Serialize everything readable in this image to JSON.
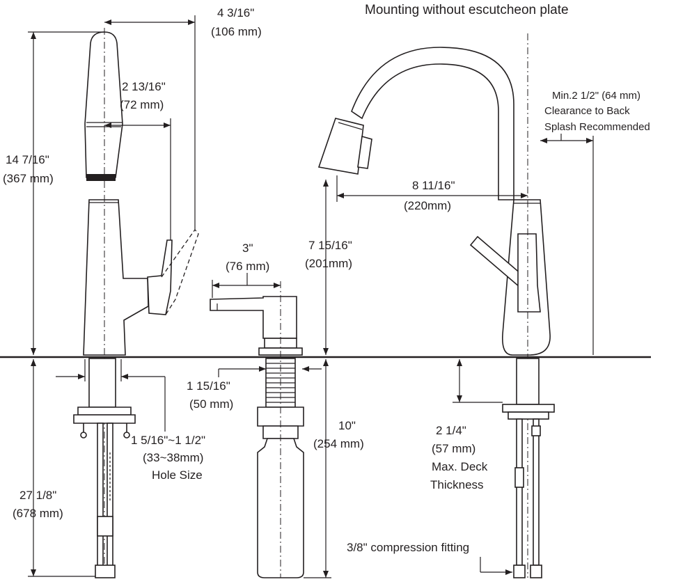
{
  "title": "Mounting without escutcheon plate",
  "dimensions": {
    "spout_reach_top": {
      "imperial": "4 3/16\"",
      "metric": "(106 mm)"
    },
    "handle_offset": {
      "imperial": "2 13/16\"",
      "metric": "(72 mm)"
    },
    "overall_height": {
      "imperial": "14 7/16\"",
      "metric": "(367 mm)"
    },
    "hole_diameter": {
      "imperial": "1 5/16\"~1 1/2\"",
      "metric": "(33~38mm)",
      "note": "Hole Size"
    },
    "below_deck": {
      "imperial": "27 1/8\"",
      "metric": "(678 mm)"
    },
    "soap_reach": {
      "imperial": "3\"",
      "metric": "(76 mm)"
    },
    "soap_hole": {
      "imperial": "1 15/16\"",
      "metric": "(50 mm)"
    },
    "spout_clearance": {
      "imperial": "7 15/16\"",
      "metric": "(201mm)"
    },
    "bottle_length": {
      "imperial": "10\"",
      "metric": "(254 mm)"
    },
    "spout_reach": {
      "imperial": "8 11/16\"",
      "metric": "(220mm)"
    },
    "back_splash": {
      "line1": "Min.2 1/2\" (64 mm)",
      "line2": "Clearance to Back",
      "line3": "Splash Recommended"
    },
    "deck_thickness": {
      "imperial": "2 1/4\"",
      "metric": "(57 mm)",
      "line3": "Max. Deck",
      "line4": "Thickness"
    }
  },
  "fitting_label": "3/8\" compression fitting",
  "colors": {
    "line": "#231f20",
    "background": "#ffffff"
  }
}
